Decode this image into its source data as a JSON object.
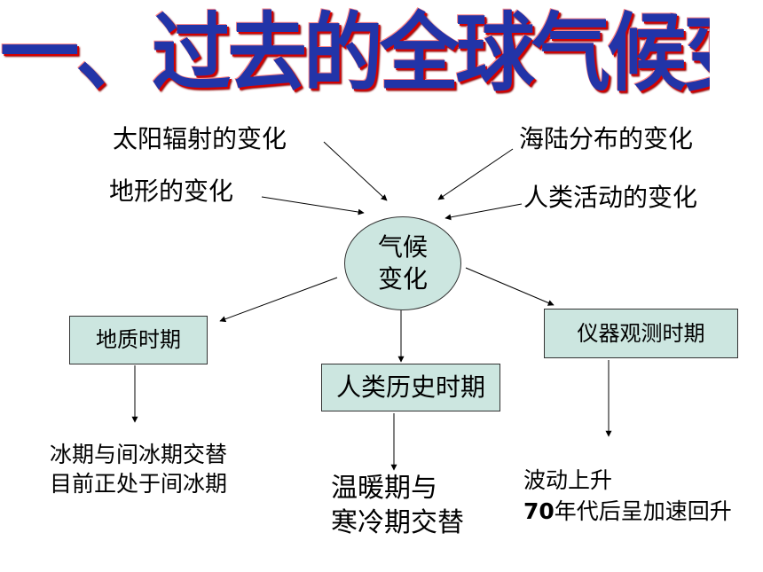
{
  "title": "一、过去的全球气候变化",
  "factors": {
    "solar": "太阳辐射的变化",
    "land_sea": "海陆分布的变化",
    "terrain": "地形的变化",
    "human": "人类活动的变化"
  },
  "center": {
    "line1": "气候",
    "line2": "变化"
  },
  "periods": {
    "geologic": "地质时期",
    "historic": "人类历史时期",
    "instrument": "仪器观测时期"
  },
  "results": {
    "geologic_1": "冰期与间冰期交替",
    "geologic_2": "目前正处于间冰期",
    "historic_1": "温暖期与",
    "historic_2": "寒冷期交替",
    "instrument_1": "波动上升",
    "instrument_2a": "70",
    "instrument_2b": "年代后呈加速回升"
  },
  "colors": {
    "title": "#2234a8",
    "title_shadow": "#d40000",
    "node_fill": "#cce6e0"
  }
}
